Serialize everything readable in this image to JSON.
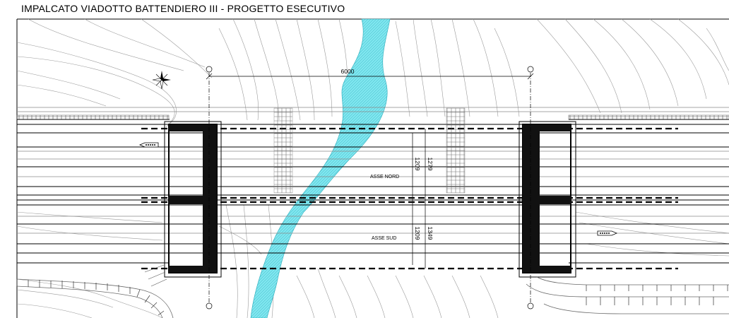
{
  "drawing": {
    "title": "IMPALCATO VIADOTTO BATTENDIERO III - PROGETTO ESECUTIVO",
    "span_length": "6000",
    "axis_north_label": "ASSE NORD",
    "axis_south_label": "ASSE SUD",
    "north_deck_width": "1209",
    "north_total_width": "1279",
    "south_deck_width": "1209",
    "south_total_width": "1349"
  },
  "colors": {
    "river": "#7fe6ef",
    "line": "#000000",
    "contour": "#9a9a9a"
  },
  "icons": [
    "north-arrow-icon",
    "direction-arrow-icon",
    "pier-axis-marker-icon"
  ]
}
